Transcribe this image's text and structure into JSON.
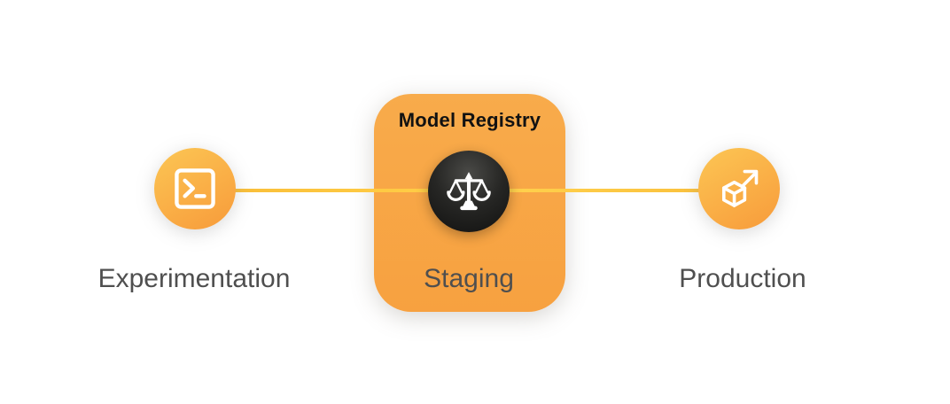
{
  "figure": {
    "background_color": "#FFFFFF",
    "connector_color": "#FBC43E",
    "label_color": "#4F4F4F",
    "registry_card": {
      "title": "Model Registry",
      "background_color": "#F8A845",
      "title_color": "#121212"
    },
    "stages": [
      {
        "label": "Experimentation",
        "icon": "terminal-icon",
        "node_color_start": "#FCC654",
        "node_color_end": "#F89F3D"
      },
      {
        "label": "Staging",
        "icon": "balance-scale-icon",
        "badge_color": "#1B1B1A",
        "icon_color": "#FFFFFF"
      },
      {
        "label": "Production",
        "icon": "cube-arrow-icon",
        "node_color_start": "#FCC654",
        "node_color_end": "#F89F3D"
      }
    ]
  }
}
